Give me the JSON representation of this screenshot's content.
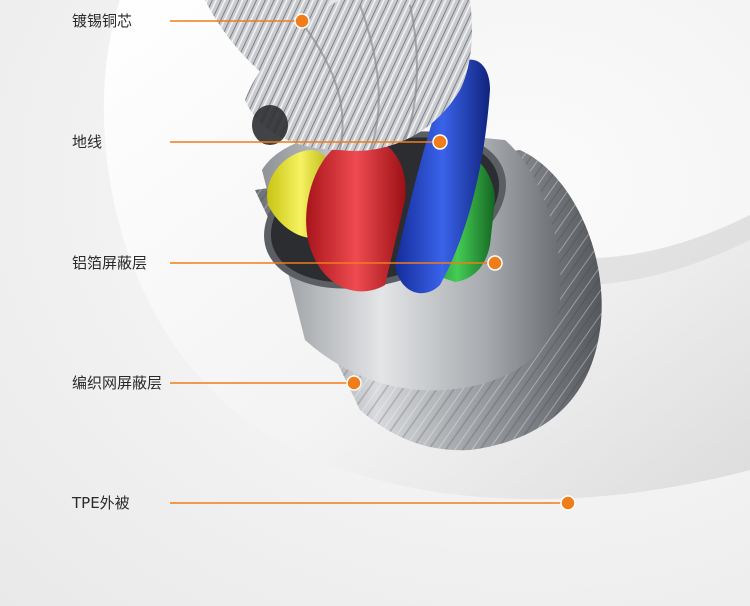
{
  "labels": {
    "tinned_copper": "镀锡铜芯",
    "ground_wire": "地线",
    "aluminum_foil_shield": "铝箔屏蔽层",
    "braided_shield": "编织网屏蔽层",
    "tpe_jacket": "TPE外被"
  },
  "colors": {
    "callout": "#f07d1a",
    "wire_yellow": "#e6e21c",
    "wire_red": "#d8232a",
    "wire_blue": "#1e3fc8",
    "wire_green": "#2aa83a",
    "jacket": "#f7f7f7",
    "metal": "#b9bcc0"
  },
  "icons": [
    "callout-dot",
    "callout-line"
  ]
}
